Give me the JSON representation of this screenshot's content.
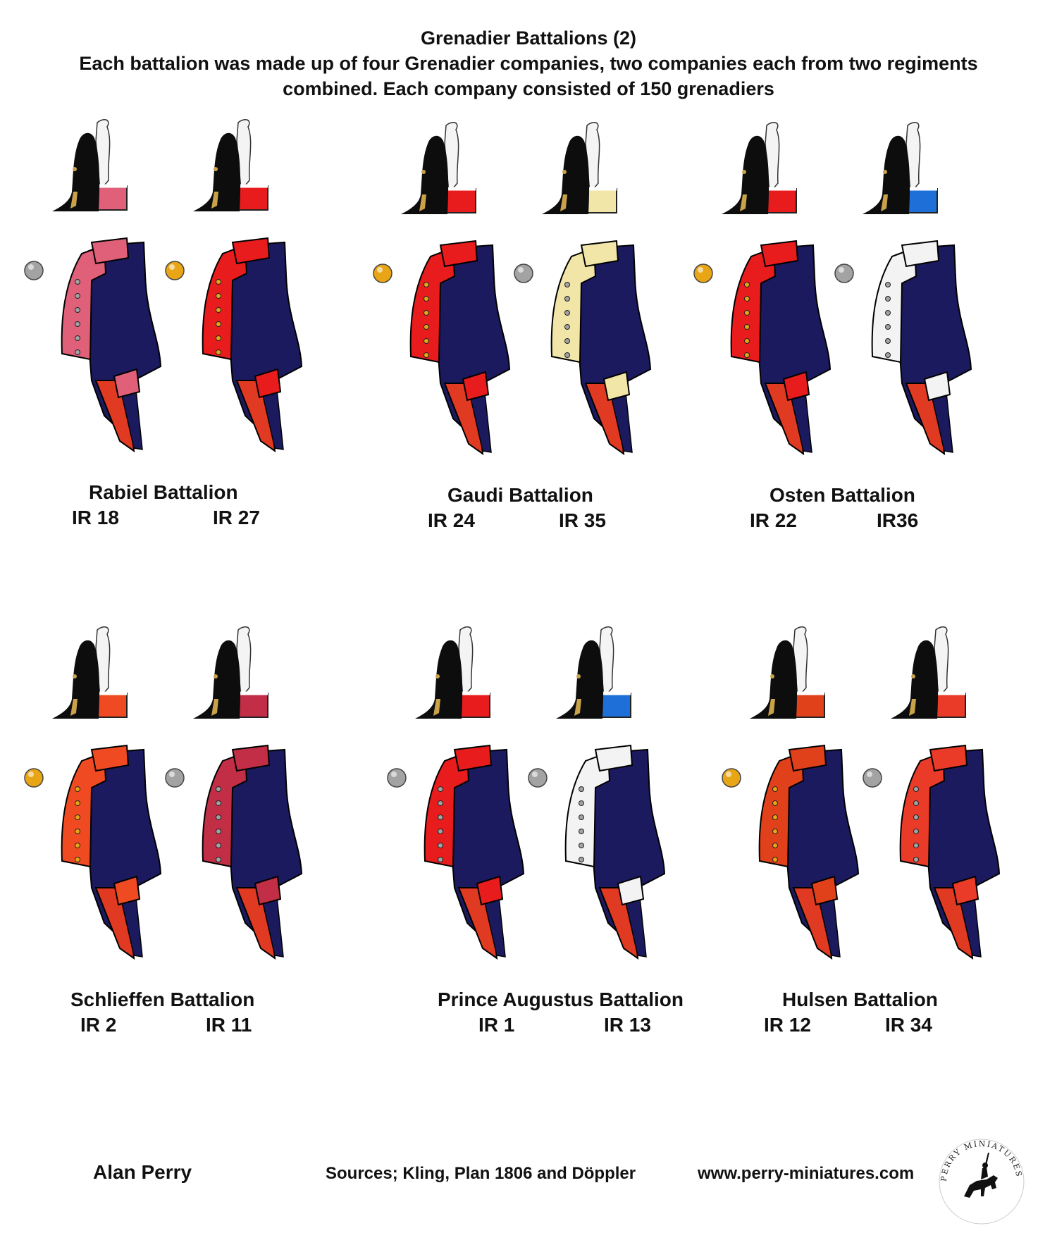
{
  "header": {
    "title": "Grenadier Battalions  (2)",
    "description": "Each battalion was made up of four Grenadier companies, two companies each from two regiments combined. Each company consisted of 150 grenadiers"
  },
  "colors": {
    "coat_blue": "#1c1a5e",
    "tail_red": "#e03a22",
    "gold_button": "#e8a516",
    "silver_button": "#a3a3a3",
    "cap_black": "#0d0d0d",
    "plume_white": "#f4f4f4"
  },
  "battalions": [
    {
      "name": "Rabiel Battalion",
      "regiments": [
        {
          "label": "IR 18",
          "facing": "#e0607a",
          "button": "silver"
        },
        {
          "label": "IR 27",
          "facing": "#e81c1c",
          "button": "gold"
        }
      ]
    },
    {
      "name": "Gaudi Battalion",
      "regiments": [
        {
          "label": "IR 24",
          "facing": "#e81c1c",
          "button": "gold"
        },
        {
          "label": "IR 35",
          "facing": "#f1e6a8",
          "button": "silver"
        }
      ]
    },
    {
      "name": "Osten Battalion",
      "regiments": [
        {
          "label": "IR 22",
          "facing": "#e81c1c",
          "button": "gold"
        },
        {
          "label": "IR36",
          "facing": "#f3f3f3",
          "button": "silver",
          "band": "#1e6fd8"
        }
      ]
    },
    {
      "name": "Schlieffen Battalion",
      "regiments": [
        {
          "label": "IR 2",
          "facing": "#f04a22",
          "button": "gold"
        },
        {
          "label": "IR 11",
          "facing": "#c12e46",
          "button": "silver"
        }
      ]
    },
    {
      "name": "Prince Augustus Battalion",
      "regiments": [
        {
          "label": "IR 1",
          "facing": "#e81c1c",
          "button": "silver"
        },
        {
          "label": "IR 13",
          "facing": "#f3f3f3",
          "button": "silver",
          "band": "#1e6fd8"
        }
      ]
    },
    {
      "name": "Hulsen Battalion",
      "regiments": [
        {
          "label": "IR 12",
          "facing": "#e0401a",
          "button": "gold"
        },
        {
          "label": "IR 34",
          "facing": "#ea3a28",
          "button": "silver"
        }
      ]
    }
  ],
  "footer": {
    "author": "Alan Perry",
    "sources": "Sources; Kling, Plan 1806 and Döppler",
    "website": "www.perry-miniatures.com",
    "logo_text": "PERRY MINIATURES"
  }
}
